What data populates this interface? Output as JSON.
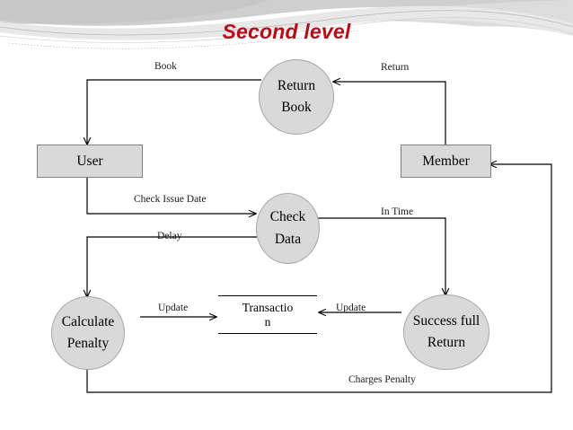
{
  "slide": {
    "title": "Second level",
    "title_color": "#b50d1b",
    "background_color": "#ffffff",
    "banner_color": "#d2d2d2"
  },
  "diagram": {
    "type": "data-flow-diagram",
    "nodes": [
      {
        "id": "return-book",
        "shape": "circle",
        "label_line1": "Return",
        "label_line2": "Book",
        "fill": "#d9d9d9"
      },
      {
        "id": "user",
        "shape": "rectangle",
        "label_line1": "User",
        "label_line2": "",
        "fill": "#d9d9d9"
      },
      {
        "id": "member",
        "shape": "rectangle",
        "label_line1": "Member",
        "label_line2": "",
        "fill": "#d9d9d9"
      },
      {
        "id": "check-data",
        "shape": "circle",
        "label_line1": "Check",
        "label_line2": "Data",
        "fill": "#d9d9d9"
      },
      {
        "id": "calc-penalty",
        "shape": "circle",
        "label_line1": "Calculate",
        "label_line2": "Penalty",
        "fill": "#d9d9d9"
      },
      {
        "id": "success-return",
        "shape": "circle",
        "label_line1": "Success full",
        "label_line2": "Return",
        "fill": "#d9d9d9"
      },
      {
        "id": "transaction",
        "shape": "data-store",
        "label_line1": "Transactio",
        "label_line2": "n",
        "fill": "#ffffff"
      }
    ],
    "edges": [
      {
        "id": "book",
        "label": "Book",
        "from": "return-book",
        "to": "user"
      },
      {
        "id": "return",
        "label": "Return",
        "from": "member",
        "to": "return-book"
      },
      {
        "id": "check-issue-date",
        "label": "Check Issue Date",
        "from": "user",
        "to": "check-data"
      },
      {
        "id": "delay",
        "label": "Delay",
        "from": "check-data",
        "to": "calc-penalty"
      },
      {
        "id": "in-time",
        "label": "In Time",
        "from": "check-data",
        "to": "success-return"
      },
      {
        "id": "update-left",
        "label": "Update",
        "from": "calc-penalty",
        "to": "transaction"
      },
      {
        "id": "update-right",
        "label": "Update",
        "from": "success-return",
        "to": "transaction"
      },
      {
        "id": "charges-penalty",
        "label": "Charges Penalty",
        "from": "calc-penalty",
        "to": "member"
      }
    ]
  }
}
